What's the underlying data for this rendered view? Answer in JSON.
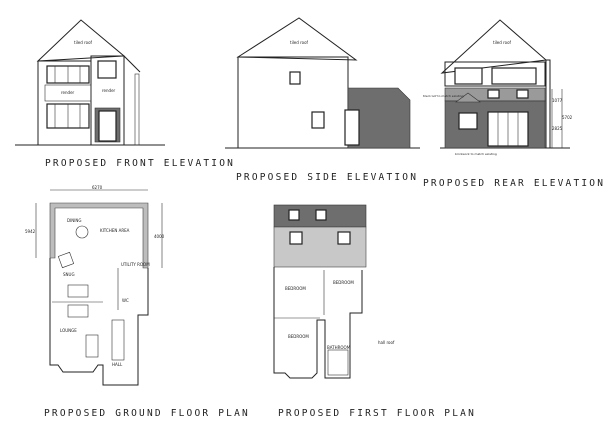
{
  "titles": {
    "front": "PROPOSED FRONT ELEVATION",
    "side": "PROPOSED SIDE ELEVATION",
    "rear": "PROPOSED REAR ELEVATION",
    "ground": "PROPOSED GROUND FLOOR PLAN",
    "first": "PROPOSED FIRST FLOOR PLAN"
  },
  "notes": {
    "tiled_roof": "tiled roof",
    "render": "render",
    "tiled_roof_match": "tiled roof to match existing",
    "brickwork_match": "brickwork to match existing",
    "hall_roof": "hall roof"
  },
  "dimensions": {
    "ground_width": "6270",
    "ground_left": "5942",
    "ground_right": "4000",
    "rear_upper": "1077",
    "rear_lower": "2825",
    "rear_total": "5702"
  },
  "rooms": {
    "dining": "DINING",
    "kitchen": "KITCHEN AREA",
    "utility": "UTILITY ROOM",
    "snug": "SNUG",
    "lounge": "LOUNGE",
    "wc": "WC",
    "hall": "HALL",
    "bedroom1": "BEDROOM",
    "bedroom2": "BEDROOM",
    "bedroom3": "BEDROOM",
    "bathroom": "BATHROOM"
  },
  "colors": {
    "line": "#222222",
    "hatch": "#6e6e6e",
    "fill": "#bdbdbd"
  }
}
